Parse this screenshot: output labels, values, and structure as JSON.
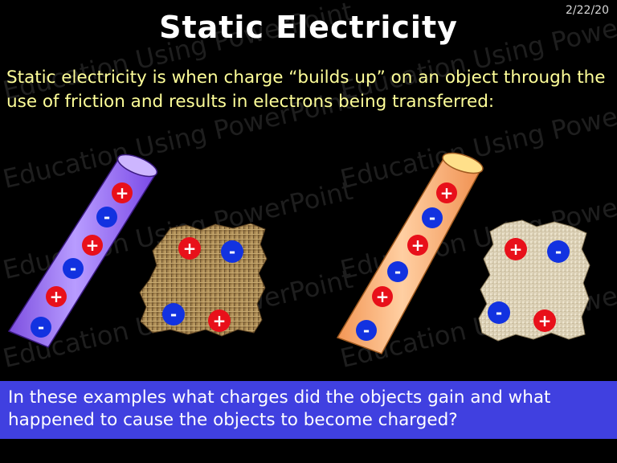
{
  "slide": {
    "date": "2/22/20",
    "title": "Static Electricity",
    "intro": "Static electricity is when charge “builds up” on an object through the use of friction and results in electrons being transferred:",
    "question": "In these examples what charges did the objects gain and what happened to cause the objects to become charged?",
    "watermark": "Education Using PowerPoint"
  },
  "colors": {
    "title": "#ffffff",
    "intro_text": "#ffff99",
    "question_bar": "#4040e0",
    "rod_left": "#9966ff",
    "rod_right": "#ffb074",
    "positive": "#e8101a",
    "negative": "#1232e0"
  },
  "charges": {
    "positive_symbol": "+",
    "negative_symbol": "-",
    "rod_left": [
      "+",
      "-",
      "+",
      "-",
      "+",
      "-"
    ],
    "cloth_left": [
      "+",
      "-",
      "-",
      "+"
    ],
    "rod_right": [
      "+",
      "-",
      "+",
      "-",
      "+",
      "-"
    ],
    "cloth_right": [
      "+",
      "-",
      "-",
      "+"
    ]
  }
}
